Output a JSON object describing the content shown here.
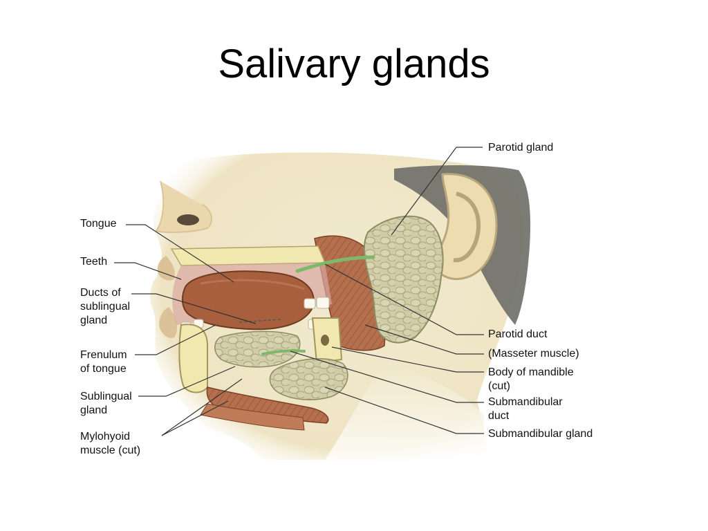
{
  "slide": {
    "title": "Salivary glands"
  },
  "labels": {
    "tongue": "Tongue",
    "teeth": "Teeth",
    "ducts_sublingual": "Ducts of\nsublingual\ngland",
    "frenulum": "Frenulum\nof tongue",
    "sublingual_gland": "Sublingual\ngland",
    "mylohyoid": "Mylohyoid\nmuscle (cut)",
    "parotid_gland": "Parotid gland",
    "parotid_duct": "Parotid duct",
    "masseter": "(Masseter muscle)",
    "body_mandible": "Body of mandible\n(cut)",
    "submandibular_duct": "Submandibular\nduct",
    "submandibular_gland": "Submandibular gland"
  },
  "colors": {
    "skin": "#efe6c4",
    "muscle": "#b06a46",
    "gland": "#c9c79e",
    "duct": "#7fb86a",
    "bone": "#f1e8b0",
    "hair": "#6e6e68"
  }
}
